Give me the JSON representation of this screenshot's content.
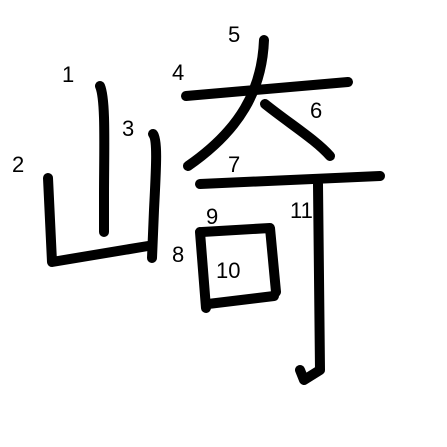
{
  "diagram": {
    "character": "崎",
    "stroke_color": "#000000",
    "background_color": "#ffffff",
    "stroke_labels": [
      "1",
      "2",
      "3",
      "4",
      "5",
      "6",
      "7",
      "8",
      "9",
      "10",
      "11"
    ]
  }
}
